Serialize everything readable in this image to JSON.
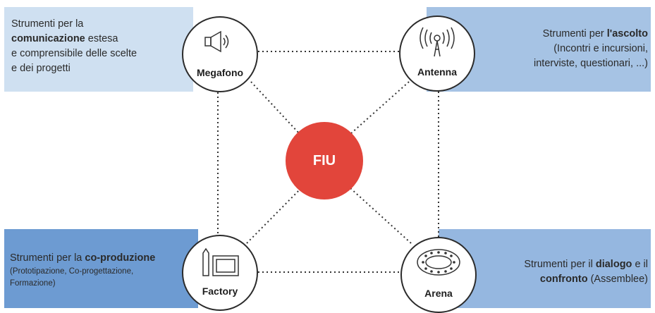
{
  "colors": {
    "panel_top_left": "#cfe0f1",
    "panel_top_right": "#a6c3e4",
    "panel_bottom_left": "#6d9bd2",
    "panel_bottom_right": "#95b7e0",
    "center": "#e2453b"
  },
  "center": {
    "label": "FIU"
  },
  "nodes": {
    "megafono": {
      "label": "Megafono",
      "icon": "megaphone-icon"
    },
    "antenna": {
      "label": "Antenna",
      "icon": "antenna-icon"
    },
    "factory": {
      "label": "Factory",
      "icon": "factory-icon"
    },
    "arena": {
      "label": "Arena",
      "icon": "arena-icon"
    }
  },
  "descriptions": {
    "megafono": {
      "line1": "Strumenti per la",
      "bold": "comunicazione",
      "line2_rest": " estesa",
      "line3": "e comprensibile delle scelte",
      "line4": "e dei progetti"
    },
    "antenna": {
      "prefix": "Strumenti per ",
      "bold": "l'ascolto",
      "line2": "(Incontri e incursioni,",
      "line3": "interviste, questionari, ...)"
    },
    "factory": {
      "prefix": "Strumenti per la ",
      "bold": "co-produzione",
      "line2": "(Prototipazione, Co-progettazione,",
      "line3": "Formazione)"
    },
    "arena": {
      "prefix": "Strumenti per il ",
      "bold1": "dialogo",
      "middle": " e il",
      "bold2": "confronto",
      "suffix": " (Assemblee)"
    }
  }
}
